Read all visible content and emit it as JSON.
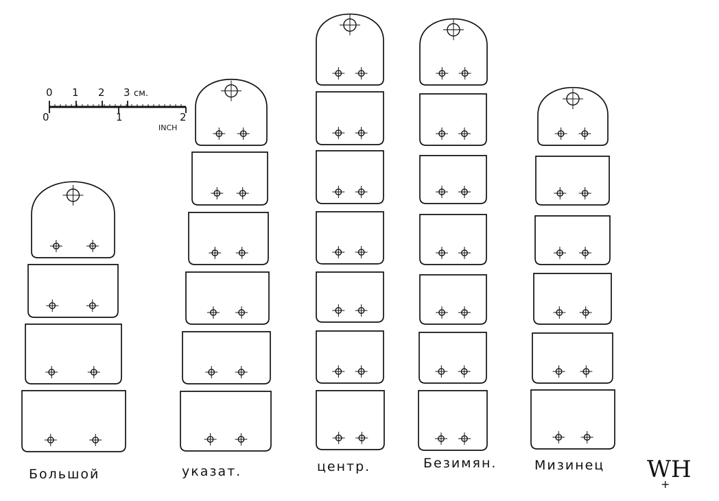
{
  "scale": {
    "cm_labels": [
      "0",
      "1",
      "2",
      "3"
    ],
    "cm_unit": "см.",
    "inch_labels": [
      "0",
      "1",
      "2"
    ],
    "inch_unit": "INCH"
  },
  "columns": [
    {
      "id": "thumb",
      "label": "Большой",
      "tip_segment": true,
      "segment_count": 4
    },
    {
      "id": "index",
      "label": "указат.",
      "tip_segment": true,
      "segment_count": 6
    },
    {
      "id": "middle",
      "label": "центр.",
      "tip_segment": true,
      "segment_count": 7
    },
    {
      "id": "ring",
      "label": "Безимян.",
      "tip_segment": true,
      "segment_count": 7
    },
    {
      "id": "little",
      "label": "Мизинец",
      "tip_segment": true,
      "segment_count": 6
    }
  ],
  "signature": {
    "main": "WH",
    "plus": "+"
  },
  "colors": {
    "ink": "#111111",
    "paper": "#ffffff"
  }
}
